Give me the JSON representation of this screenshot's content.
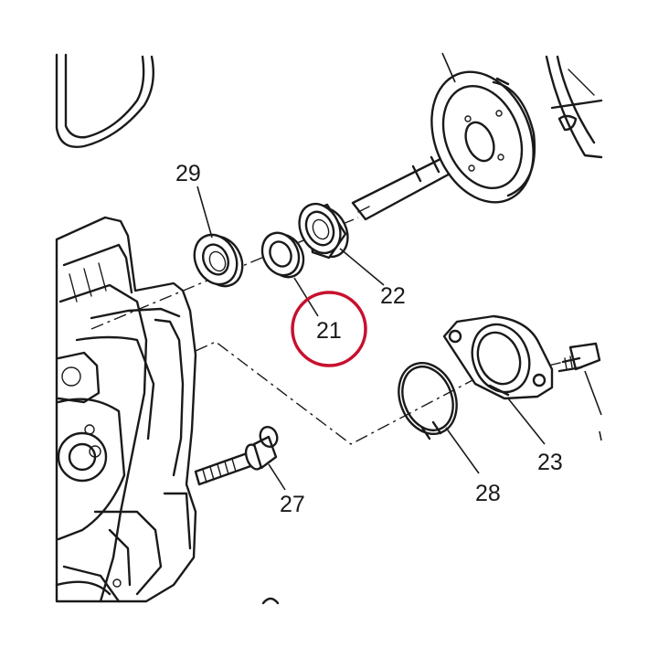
{
  "highlight": {
    "color": "#c8102e"
  },
  "labels": {
    "p21": "21",
    "p22": "22",
    "p23": "23",
    "p27": "27",
    "p28": "28",
    "p29": "29"
  }
}
